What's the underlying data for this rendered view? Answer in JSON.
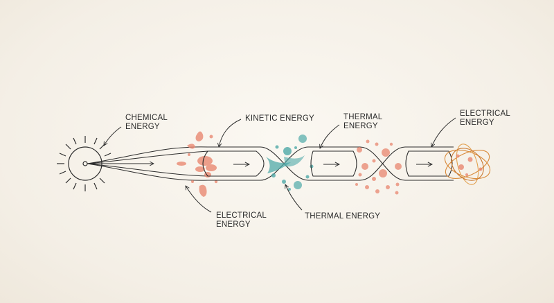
{
  "labels": {
    "chemical": [
      "CHEMICAL",
      "ENERGY"
    ],
    "kinetic": [
      "KINETIC ENERGY"
    ],
    "thermal_top": [
      "THERMAL",
      "ENERGY"
    ],
    "electrical_top": [
      "ELECTRICAL",
      "ENERGY"
    ],
    "electrical_bottom": [
      "ELECTRICAL",
      "ENERGY"
    ],
    "thermal_bottom": [
      "THERMAL ENERGY"
    ]
  },
  "colors": {
    "ink": "#2c2c2c",
    "coral": "#e9866f",
    "teal": "#4fa9a8",
    "orange": "#d98a3a"
  },
  "icons": [
    "sun-icon",
    "atom-icon",
    "flow-arrow-icon"
  ]
}
